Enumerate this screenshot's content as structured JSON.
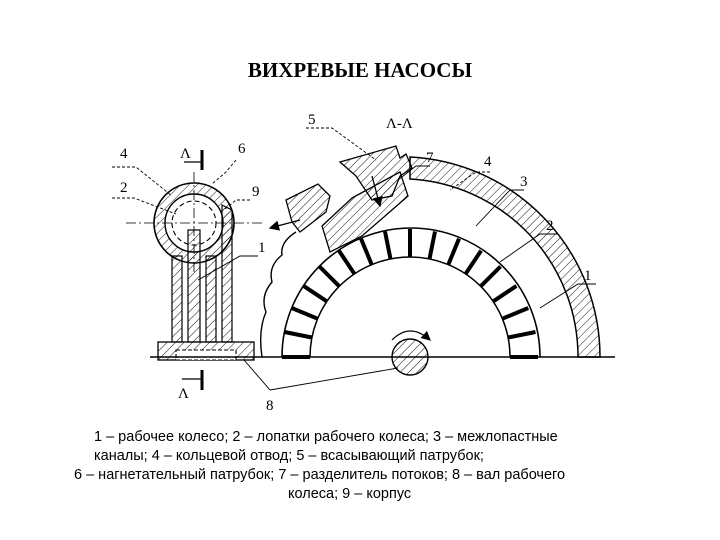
{
  "title": "ВИХРЕВЫЕ НАСОСЫ",
  "section_label": "Λ-Λ",
  "cut_label_top": "Λ",
  "cut_label_bottom": "Λ",
  "callouts": {
    "n1_left": "1",
    "n1_right": "1",
    "n2_left": "2",
    "n2_right": "2",
    "n3": "3",
    "n4_left": "4",
    "n4_right": "4",
    "n5": "5",
    "n6": "6",
    "n7": "7",
    "n8": "8",
    "n9": "9"
  },
  "caption": {
    "line1": "1 – рабочее колесо; 2 – лопатки рабочего колеса; 3 – межлопастные",
    "line2": "каналы;  4 – кольцевой отвод; 5 – всасывающий патрубок;",
    "line3": "6 – нагнетательный патрубок; 7 – разделитель потоков; 8 – вал рабочего",
    "line4": "колеса; 9 – корпус"
  }
}
